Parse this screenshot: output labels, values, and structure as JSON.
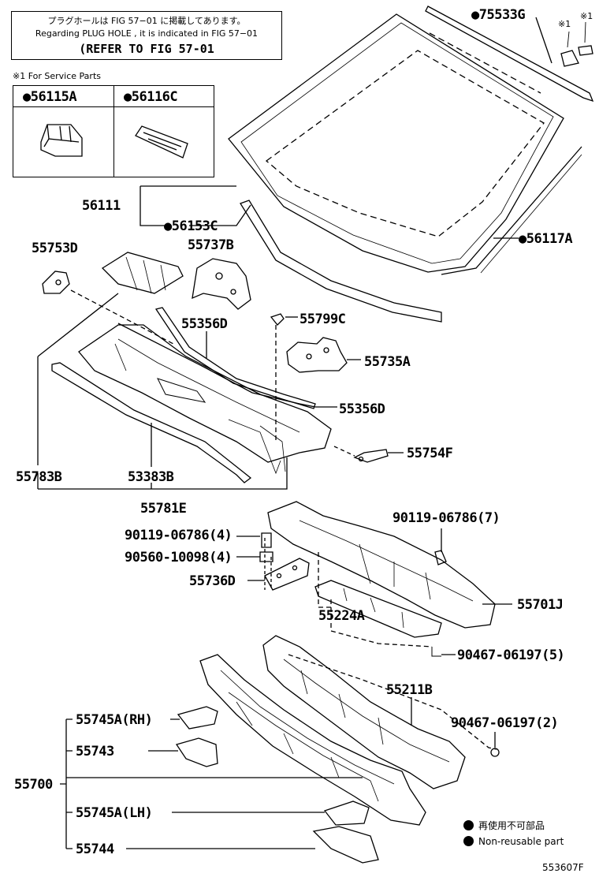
{
  "note": {
    "line_jp": "プラグホールは FIG 57−01 に掲載してあります。",
    "line_en": "Regarding  PLUG  HOLE , it is indicated in FIG  57−01",
    "line_ref": "(REFER TO FIG 57-01"
  },
  "service_note": "※1 For Service Parts",
  "service_parts": [
    "●56115A",
    "●56116C"
  ],
  "marks": {
    "mark1_a": "※1",
    "mark1_b": "※1"
  },
  "labels": {
    "p75533G": "●75533G",
    "p56111": "56111",
    "p56153C": "●56153C",
    "p56117A": "●56117A",
    "p55753D": "55753D",
    "p55737B": "55737B",
    "p55356D_top": "55356D",
    "p55799C": "55799C",
    "p55735A": "55735A",
    "p55356D_bot": "55356D",
    "p55754F": "55754F",
    "p55783B": "55783B",
    "p53383B": "53383B",
    "p55781E": "55781E",
    "p90119_4": "90119-06786(4)",
    "p90119_7": "90119-06786(7)",
    "p90560_4": "90560-10098(4)",
    "p55736D": "55736D",
    "p55701J": "55701J",
    "p55224A": "55224A",
    "p90467_5": "90467-06197(5)",
    "p55211B": "55211B",
    "p90467_2": "90467-06197(2)",
    "p55745A_RH": "55745A(RH)",
    "p55743": "55743",
    "p55700": "55700",
    "p55745A_LH": "55745A(LH)",
    "p55744": "55744"
  },
  "legend": {
    "jp": "再使用不可部品",
    "en": "Non-reusable part"
  },
  "figure_code": "553607F"
}
